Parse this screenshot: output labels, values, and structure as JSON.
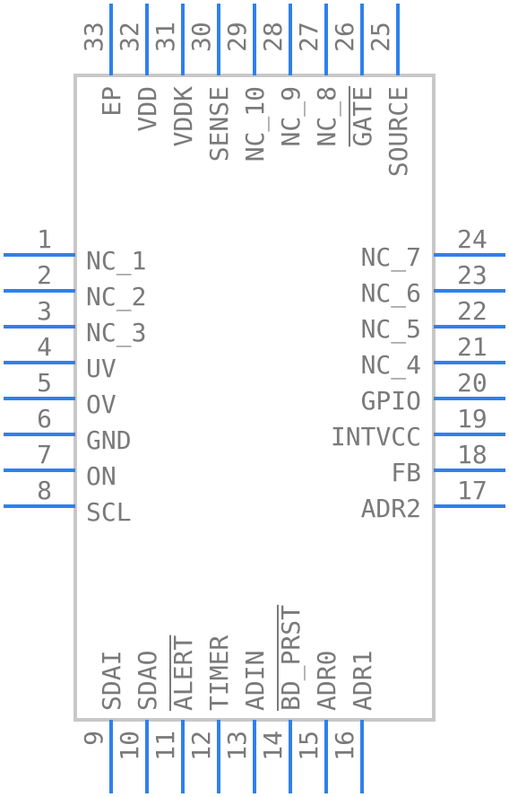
{
  "colors": {
    "pin": "#2f80ed",
    "body_outline": "#c8c8c8",
    "text": "#7a7a7a",
    "background": "#ffffff"
  },
  "pins_left": [
    {
      "number": "1",
      "name": "NC_1"
    },
    {
      "number": "2",
      "name": "NC_2"
    },
    {
      "number": "3",
      "name": "NC_3"
    },
    {
      "number": "4",
      "name": "UV"
    },
    {
      "number": "5",
      "name": "OV"
    },
    {
      "number": "6",
      "name": "GND"
    },
    {
      "number": "7",
      "name": "ON"
    },
    {
      "number": "8",
      "name": "SCL"
    }
  ],
  "pins_bottom": [
    {
      "number": "9",
      "name": "SDAI"
    },
    {
      "number": "10",
      "name": "SDAO"
    },
    {
      "number": "11",
      "name": "ALERT",
      "overbar": true
    },
    {
      "number": "12",
      "name": "TIMER"
    },
    {
      "number": "13",
      "name": "ADIN"
    },
    {
      "number": "14",
      "name": "BD_PRST",
      "overbar": true
    },
    {
      "number": "15",
      "name": "ADR0"
    },
    {
      "number": "16",
      "name": "ADR1"
    }
  ],
  "pins_right": [
    {
      "number": "17",
      "name": "ADR2"
    },
    {
      "number": "18",
      "name": "FB"
    },
    {
      "number": "19",
      "name": "INTVCC"
    },
    {
      "number": "20",
      "name": "GPIO"
    },
    {
      "number": "21",
      "name": "NC_4"
    },
    {
      "number": "22",
      "name": "NC_5"
    },
    {
      "number": "23",
      "name": "NC_6"
    },
    {
      "number": "24",
      "name": "NC_7"
    }
  ],
  "pins_top": [
    {
      "number": "25",
      "name": "SOURCE"
    },
    {
      "number": "26",
      "name": "GATE",
      "overbar": true
    },
    {
      "number": "27",
      "name": "NC_8"
    },
    {
      "number": "28",
      "name": "NC_9"
    },
    {
      "number": "29",
      "name": "NC_10"
    },
    {
      "number": "30",
      "name": "SENSE"
    },
    {
      "number": "31",
      "name": "VDDK"
    },
    {
      "number": "32",
      "name": "VDD"
    },
    {
      "number": "33",
      "name": "EP"
    }
  ]
}
